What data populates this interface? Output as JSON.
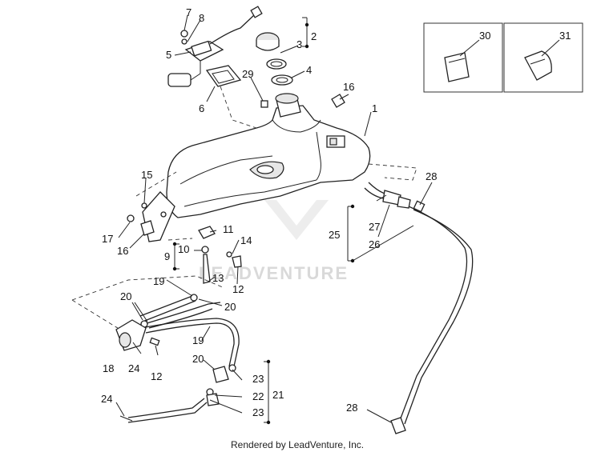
{
  "watermark": "LEADVENTURE",
  "footer": "Rendered by LeadVenture, Inc.",
  "callouts": [
    "1",
    "2",
    "3",
    "4",
    "5",
    "6",
    "7",
    "8",
    "9",
    "10",
    "11",
    "12",
    "12",
    "13",
    "14",
    "15",
    "16",
    "16",
    "17",
    "18",
    "19",
    "19",
    "20",
    "20",
    "20",
    "21",
    "22",
    "23",
    "23",
    "24",
    "24",
    "25",
    "26",
    "27",
    "28",
    "28",
    "29",
    "30",
    "31"
  ]
}
